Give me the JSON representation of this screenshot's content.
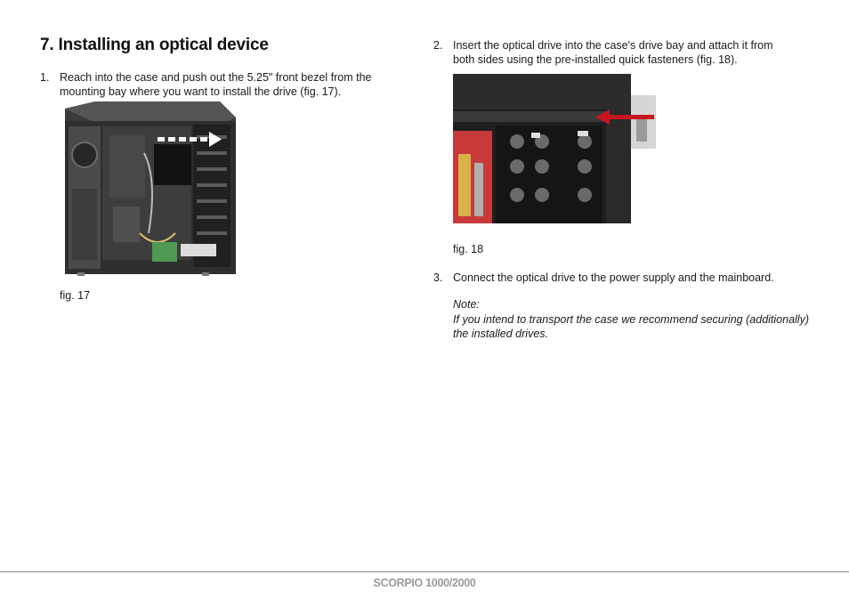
{
  "heading": "7.  Installing an optical device",
  "left": {
    "step1": {
      "number": "1.",
      "line1": "Reach into the case and push out the 5.25\" front bezel from the",
      "line2": "mounting bay where you want to install the drive (fig. 17)."
    },
    "figure": {
      "caption": "fig. 17"
    }
  },
  "right": {
    "step2": {
      "number": "2.",
      "line1": "Insert the optical drive into the case's drive bay and attach it from",
      "line2": "both sides using the pre-installed quick fasteners (fig. 18)."
    },
    "figure": {
      "caption": "fig. 18"
    },
    "step3": {
      "number": "3.",
      "line1": "Connect the optical drive to the power supply and the mainboard."
    },
    "note": {
      "heading": "Note:",
      "body": "If you intend to transport the case we recommend securing (additionally) the installed drives."
    }
  },
  "footer": {
    "product": "SCORPIO 1000/2000"
  },
  "colors": {
    "arrow_red": "#c8141e",
    "rule": "#8a8a8a",
    "footer_text": "#9a9a9a"
  }
}
